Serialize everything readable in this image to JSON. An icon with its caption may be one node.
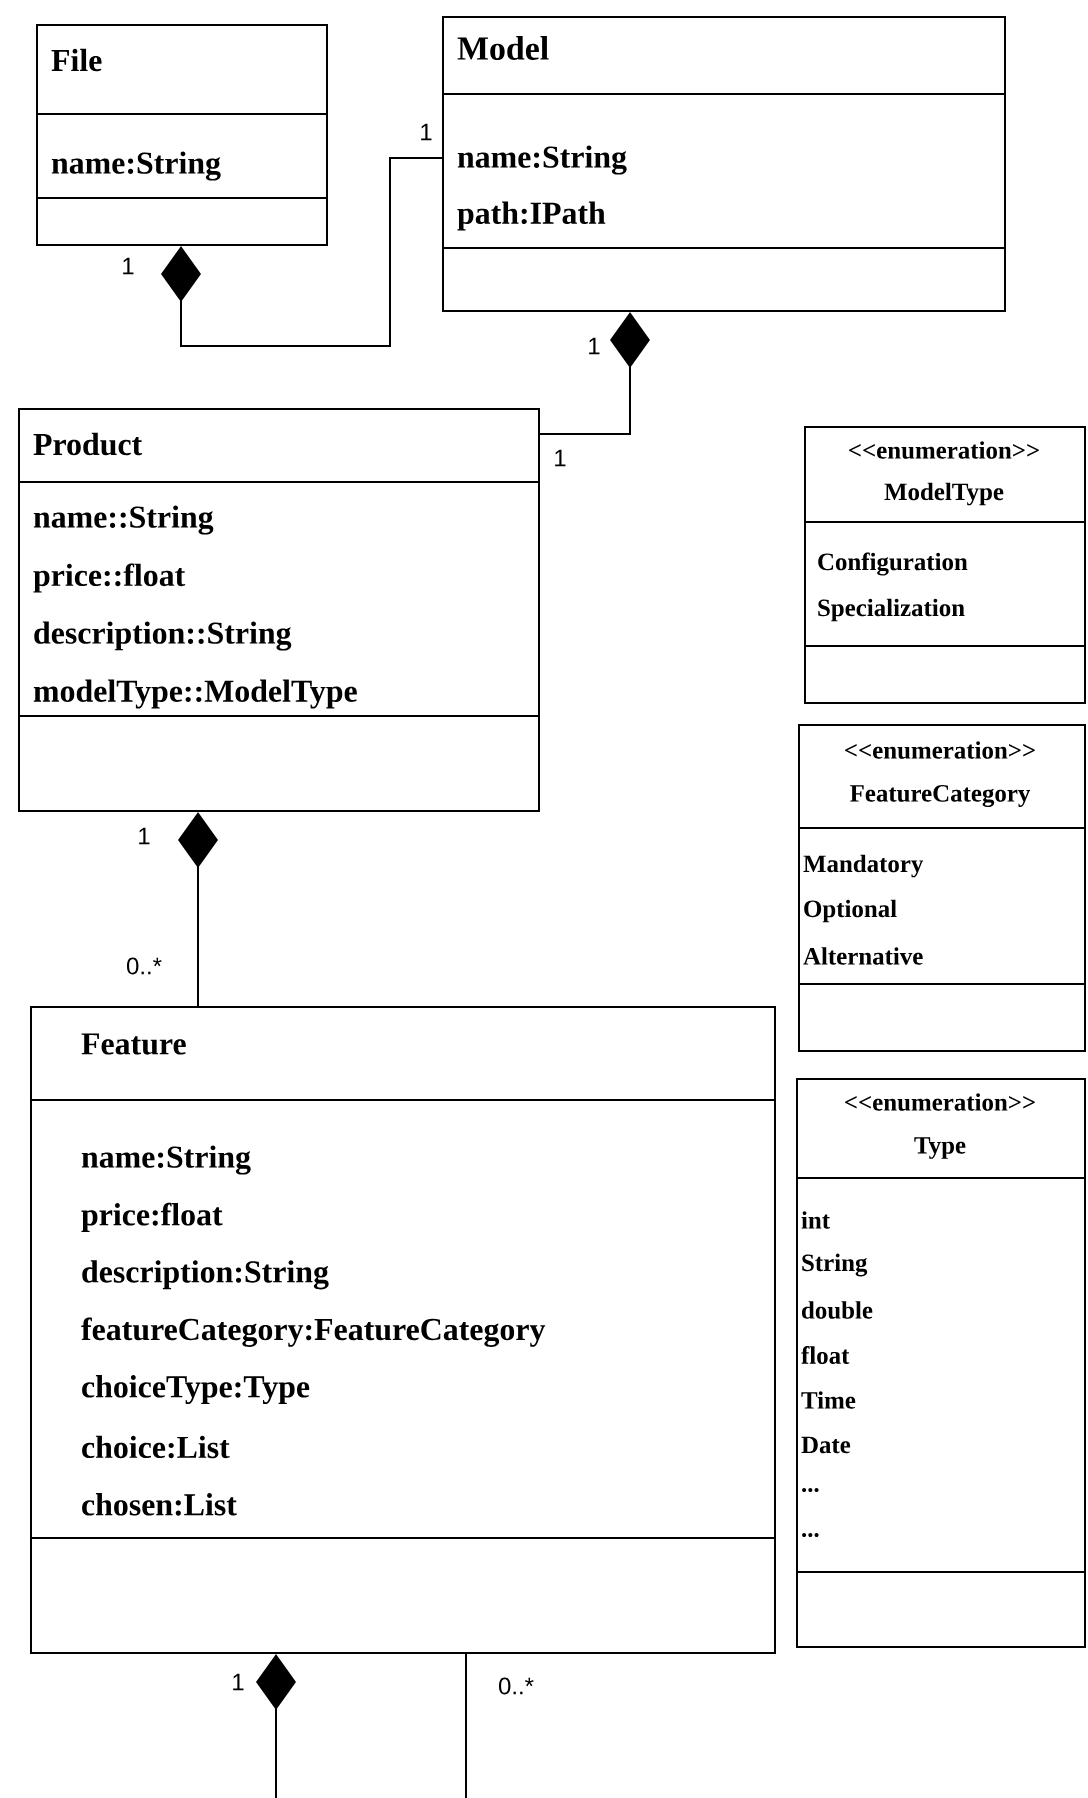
{
  "diagram": {
    "nodes": [
      {
        "text": [
          "File",
          "name:String"
        ]
      },
      {
        "text": [
          "Model",
          "name:String",
          "path:IPath"
        ]
      },
      {
        "text": [
          "Product",
          "name::String",
          "price::float",
          "description::String",
          "modelType::ModelType"
        ]
      },
      {
        "text": [
          "Feature",
          "name:String",
          "price:float",
          "description:String",
          "featureCategory:FeatureCategory",
          "choiceType:Type",
          "choice:List",
          "chosen:List"
        ]
      },
      {
        "text": [
          "<<enumeration>>",
          "ModelType",
          "Configuration",
          "Specialization"
        ]
      },
      {
        "text": [
          "<<enumeration>>",
          "FeatureCategory",
          "Mandatory",
          "Optional",
          "Alternative"
        ]
      },
      {
        "text": [
          "<<enumeration>>",
          "Type",
          "int",
          "String",
          "double",
          "float",
          "Time",
          "Date",
          "...",
          "..."
        ]
      }
    ],
    "edges": [
      {
        "from": 0,
        "to": 1,
        "arrow": "other"
      },
      {
        "from": 1,
        "to": 2,
        "arrow": "other"
      },
      {
        "from": 2,
        "to": 3,
        "arrow": "other"
      },
      {
        "from": 3,
        "to": null,
        "arrow": "other"
      },
      {
        "from": null,
        "to": 3,
        "arrow": "none"
      }
    ],
    "labels": [
      "1",
      "1",
      "1",
      "1",
      "1",
      "0..*",
      "1",
      "0..*"
    ]
  }
}
